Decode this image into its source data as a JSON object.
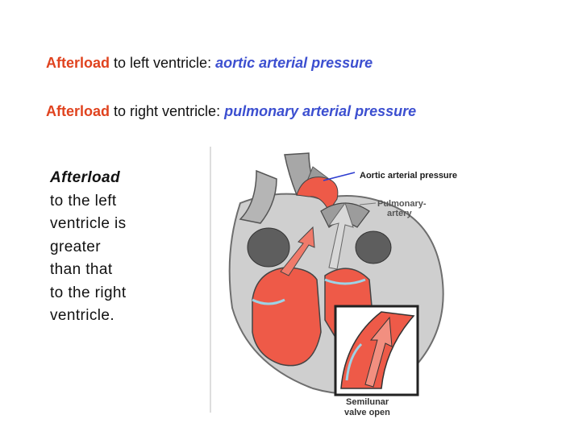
{
  "line1": {
    "keyword": "Afterload",
    "text": " to left ventricle: ",
    "highlight": "aortic arterial pressure"
  },
  "line2": {
    "keyword": "Afterload",
    "text": " to right ventricle: ",
    "highlight": "pulmonary arterial pressure"
  },
  "note": {
    "keyword": "Afterload",
    "lines": [
      "to the left",
      "ventricle is",
      "greater",
      "than that",
      "to the right",
      "ventricle."
    ]
  },
  "figure": {
    "aortic_label": "Aortic arterial pressure",
    "pulmonary_label_1": "Pulmonary-",
    "pulmonary_label_2": "artery",
    "valve_label_1": "Semilunar",
    "valve_label_2": "valve open"
  },
  "colors": {
    "keyword": "#e0431f",
    "highlight": "#3c4fd0",
    "heart_red": "#ee5a48",
    "heart_gray": "#8a8a8a"
  }
}
